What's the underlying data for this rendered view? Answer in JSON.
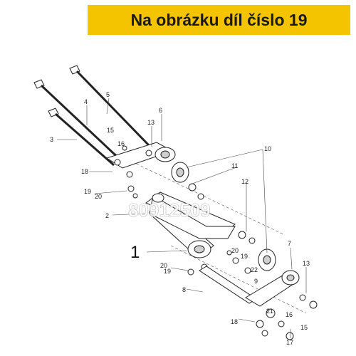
{
  "banner": {
    "text": "Na obrázku díl číslo 19",
    "color": "#f5c400"
  },
  "watermark": "80912509",
  "callouts": {
    "c1": "1",
    "c2": "2",
    "c3": "3",
    "c4": "4",
    "c5": "5",
    "c6": "6",
    "c7": "7",
    "c8": "8",
    "c9": "9",
    "c10": "10",
    "c11": "11",
    "c12": "12",
    "c13a": "13",
    "c13b": "13",
    "c15a": "15",
    "c15b": "15",
    "c16a": "16",
    "c16b": "16",
    "c17": "17",
    "c18a": "18",
    "c18b": "18",
    "c19a": "19",
    "c19b": "19",
    "c19c": "19",
    "c20a": "20",
    "c20b": "20",
    "c20c": "20",
    "c21": "21",
    "c22": "22"
  }
}
